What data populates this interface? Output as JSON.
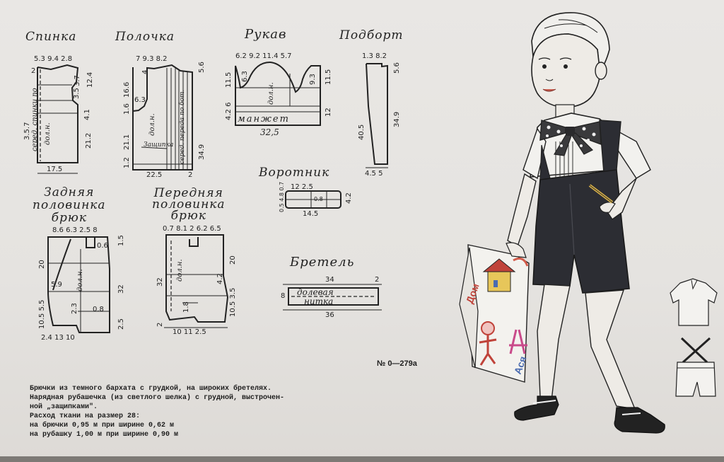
{
  "titles": {
    "back": "Спинка",
    "front": "Полочка",
    "sleeve": "Рукав",
    "facing": "Подборт",
    "collar": "Воротник",
    "back_trousers": [
      "Задняя",
      "половинка",
      "брюк"
    ],
    "front_trousers": [
      "Передняя",
      "половинка",
      "брюк"
    ],
    "strap": "Бретель"
  },
  "back": {
    "top": "5.3 9.4 2.8",
    "left": "3.5.7",
    "right": "21.2",
    "a": "2",
    "b": "3.7",
    "c": "12.4",
    "d": "3.5",
    "e": "4.1",
    "bottom": "17.5",
    "fold": "серед. спинки по",
    "grain": "дол.н."
  },
  "front": {
    "top": "7  9.3  8.2",
    "left_top": "16.6",
    "left_mid": "1.6",
    "left_low": "21.1",
    "a": "4",
    "b": "6.3",
    "c": "5.6",
    "right": "34.9",
    "bottom": "22.5",
    "bottom2": "2",
    "small": "1.2",
    "grain": "дол.н.",
    "pleat": "Защипка",
    "front_line": "серед. переда по бот."
  },
  "sleeve": {
    "top": "6.2 9.2   11.4 5.7",
    "left1": "11.5",
    "left2": "4.2 6",
    "a": "6.3",
    "b": "9.3",
    "right1": "11.5",
    "right2": "12",
    "bottom": "32,5",
    "cuff": "манжет",
    "grain": "дол.н."
  },
  "facing": {
    "top": "1.3  8.2",
    "a": "5.6",
    "left": "40.5",
    "right": "34.9",
    "bottom": "4.5 5"
  },
  "collar": {
    "top": "12    2.5",
    "left": "0.5 4.8 0.7",
    "mid": "0.8",
    "right": "4.2",
    "bottom": "14.5"
  },
  "back_trousers": {
    "top": "8.6  6.3 2.5 8",
    "a": "0.6",
    "b": "1.5",
    "left1": "20",
    "left2": "10.5 5.5",
    "c": "5.9",
    "d": "2.3",
    "e": "0.8",
    "right": "32",
    "right2": "2.5",
    "bottom": "2.4   13      10",
    "grain": "дол.н."
  },
  "front_trousers": {
    "top": "0.7 8.1 2 6.2 6.5",
    "left1": "32",
    "left2": "2",
    "a": "1.8",
    "b": "4.2",
    "right1": "20",
    "right2": "10.5 3.5",
    "bottom": "10       11   2.5",
    "grain": "дол.н."
  },
  "strap": {
    "top": "34",
    "a": "2",
    "left": "8",
    "bottom": "36",
    "grain": [
      "долевая",
      "нитка"
    ]
  },
  "book": {
    "word1": "Дом",
    "word2": "Ася"
  },
  "catalog_number": "№ 0—279а",
  "description": [
    "Брючки из темного бархата с грудкой, на широких бретелях.",
    "Нарядная рубашечка (из светлого шелка) с грудной, выстрочен-",
    "ной „защипками\".",
    "  Расход ткани на размер 28:",
    "  на брючки 0,95 м при ширине 0,62 м",
    "  на рубашку 1,00 м при ширине 0,90 м"
  ]
}
